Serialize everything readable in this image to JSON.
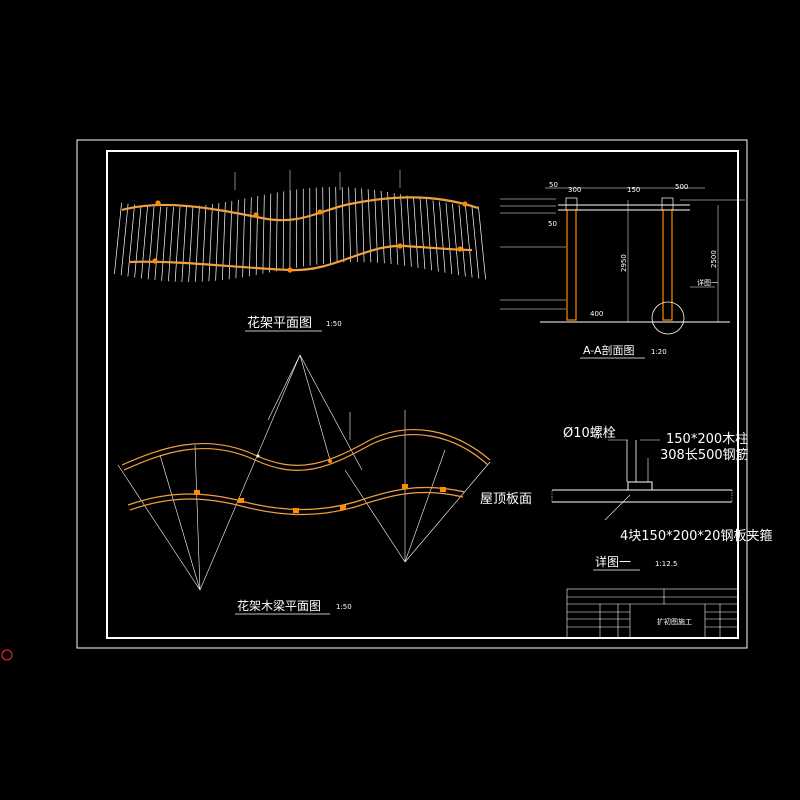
{
  "colors": {
    "background": "#000000",
    "linework": "#ffffff",
    "beam": "#f0a040",
    "post": "#ff8c00",
    "cyan_accent": "#00ffff"
  },
  "titles": {
    "plan": "花架平面图",
    "plan_scale": "1:50",
    "section": "A-A剖面图",
    "section_scale": "1:20",
    "beam_plan": "花架木梁平面图",
    "beam_plan_scale": "1:50",
    "detail": "详图一",
    "detail_scale": "1:12.5"
  },
  "section_dims": {
    "d50": "50",
    "d300": "300",
    "d150": "150",
    "d500": "500",
    "d2950": "2950",
    "d2500": "2500",
    "d400": "400",
    "detail_ref": "详图一"
  },
  "detail_labels": {
    "bolt": "Ø10螺栓",
    "column": "150*200木柱",
    "rebar": "308长500钢筋",
    "roof": "屋顶板面",
    "plates": "4块150*200*20钢板夹箍"
  },
  "title_block": {
    "stage": "扩初图施工"
  }
}
